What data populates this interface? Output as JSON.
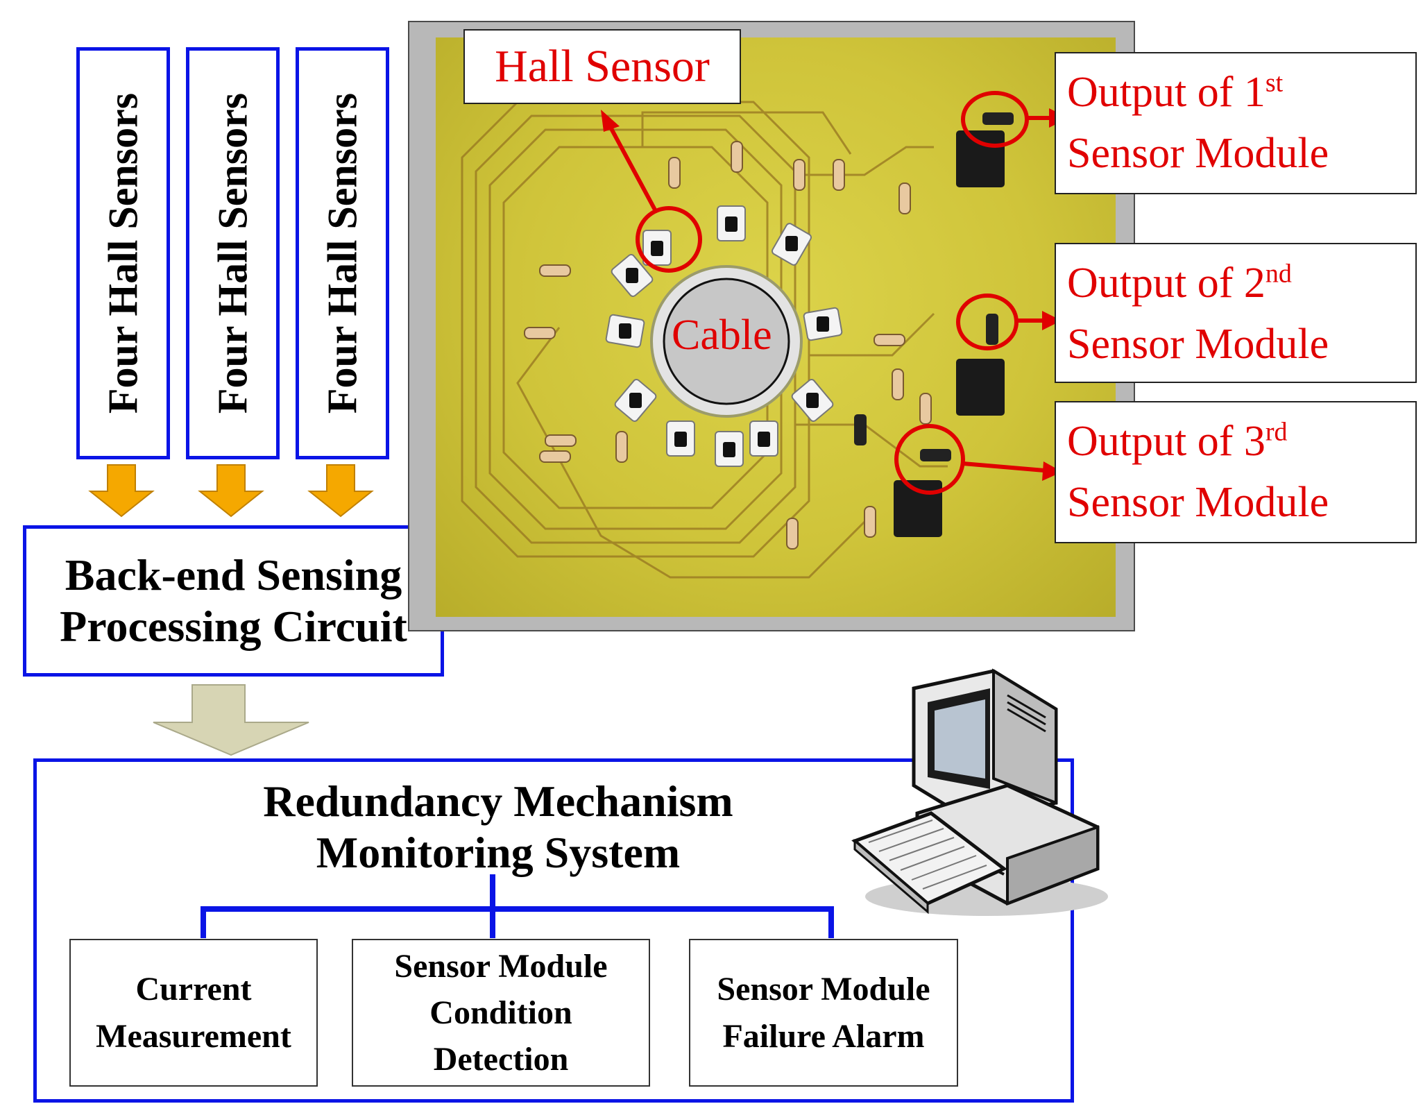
{
  "sensor_groups": [
    {
      "label": "Four Hall Sensors"
    },
    {
      "label": "Four Hall Sensors"
    },
    {
      "label": "Four Hall Sensors"
    }
  ],
  "backend": {
    "title": "Back-end Sensing\nProcessing Circuit"
  },
  "monitoring": {
    "title": "Redundancy Mechanism\nMonitoring System",
    "functions": [
      {
        "label": "Current\nMeasurement"
      },
      {
        "label": "Sensor Module\nCondition\nDetection"
      },
      {
        "label": "Sensor Module\nFailure Alarm"
      }
    ]
  },
  "photo": {
    "hall_sensor_label": "Hall Sensor",
    "cable_label": "Cable",
    "outputs": [
      {
        "prefix": "Output of 1",
        "suffix": "st",
        "line2": "Sensor Module"
      },
      {
        "prefix": "Output of 2",
        "suffix": "nd",
        "line2": "Sensor Module"
      },
      {
        "prefix": "Output of 3",
        "suffix": "rd",
        "line2": "Sensor Module"
      }
    ]
  },
  "colors": {
    "box_border": "#0a14e6",
    "arrow_orange": "#f5a800",
    "annotation_red": "#e00000",
    "pcb": "#cfc43a"
  }
}
